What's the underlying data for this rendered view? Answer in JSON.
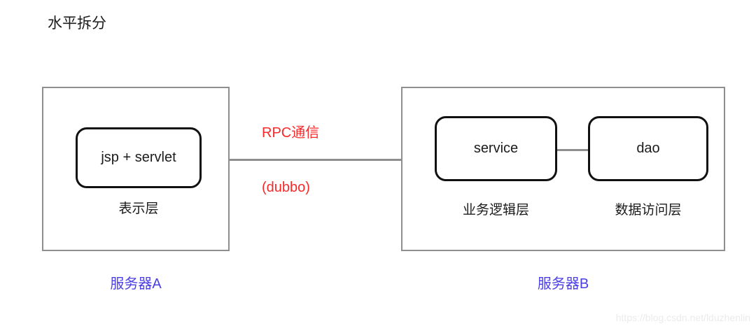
{
  "diagram": {
    "title": "水平拆分",
    "colors": {
      "container_border": "#8f8f8f",
      "component_border": "#111111",
      "connector": "#8f8f8f",
      "protocol_text": "#f72a2a",
      "server_caption_text": "#4b3fe4",
      "body_text": "#1b1b1b",
      "background": "#ffffff",
      "watermark": "#ebebeb"
    },
    "servers": [
      {
        "id": "server-a",
        "caption": "服务器A",
        "components": [
          {
            "id": "jsp-servlet",
            "label": "jsp + servlet",
            "layer_caption": "表示层"
          }
        ]
      },
      {
        "id": "server-b",
        "caption": "服务器B",
        "components": [
          {
            "id": "service",
            "label": "service",
            "layer_caption": "业务逻辑层"
          },
          {
            "id": "dao",
            "label": "dao",
            "layer_caption": "数据访问层"
          }
        ]
      }
    ],
    "connections": [
      {
        "id": "rpc",
        "from": "server-a",
        "to": "server-b",
        "labels": [
          "RPC通信",
          "(dubbo)"
        ]
      },
      {
        "id": "service-dao",
        "from": "service",
        "to": "dao",
        "labels": []
      }
    ],
    "watermark": "https://blog.csdn.net/lduzhenlin"
  }
}
